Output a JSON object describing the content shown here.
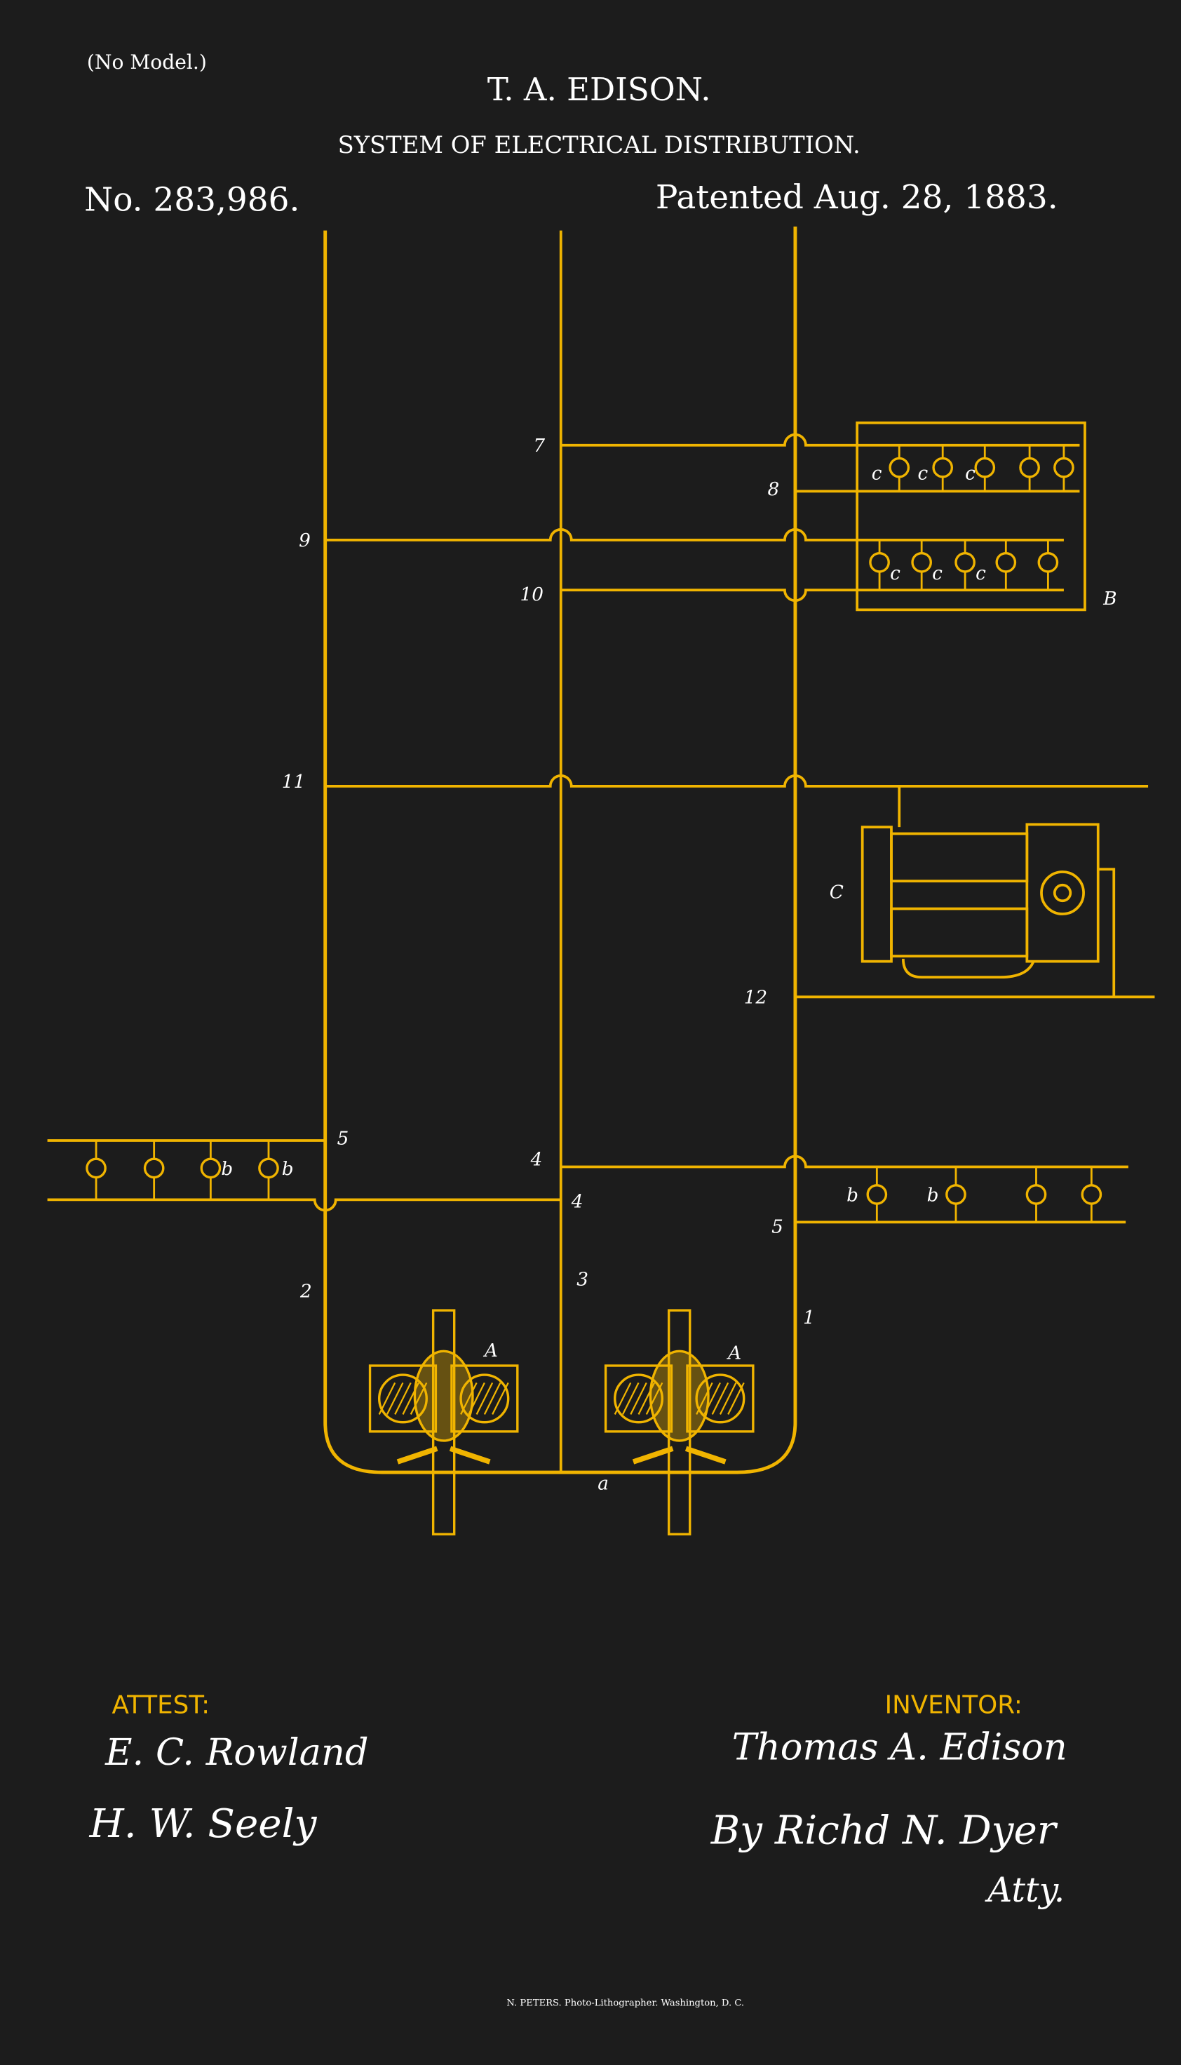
{
  "header": {
    "model_note": "(No Model.)",
    "inventor_name": "T. A. EDISON.",
    "title": "SYSTEM OF ELECTRICAL DISTRIBUTION.",
    "patent_number": "No. 283,986.",
    "patent_date": "Patented Aug. 28, 1883."
  },
  "figure": {
    "labels": {
      "l7": "7",
      "l8": "8",
      "l9": "9",
      "l10": "10",
      "l11": "11",
      "l12": "12",
      "l5a": "5",
      "l4a": "4",
      "l4b": "4",
      "l5b": "5",
      "l2": "2",
      "l3": "3",
      "l1": "1",
      "A1": "A",
      "A2": "A",
      "a": "a",
      "B": "B",
      "C": "C",
      "c1": "c",
      "c2": "c",
      "c3": "c",
      "c4": "c",
      "c5": "c",
      "c6": "c",
      "b1": "b",
      "b2": "b",
      "b3": "b",
      "b4": "b"
    },
    "line_color": "#f0b400"
  },
  "footer": {
    "attest_label": "ATTEST:",
    "witness_1": "E. C. Rowland",
    "witness_2": "H. W. Seely",
    "inventor_label": "INVENTOR:",
    "inventor_signature": "Thomas A. Edison",
    "attorney_signature": "By Richd N. Dyer",
    "attorney_title": "Atty.",
    "lithographer": "N. PETERS. Photo-Lithographer. Washington, D. C."
  }
}
